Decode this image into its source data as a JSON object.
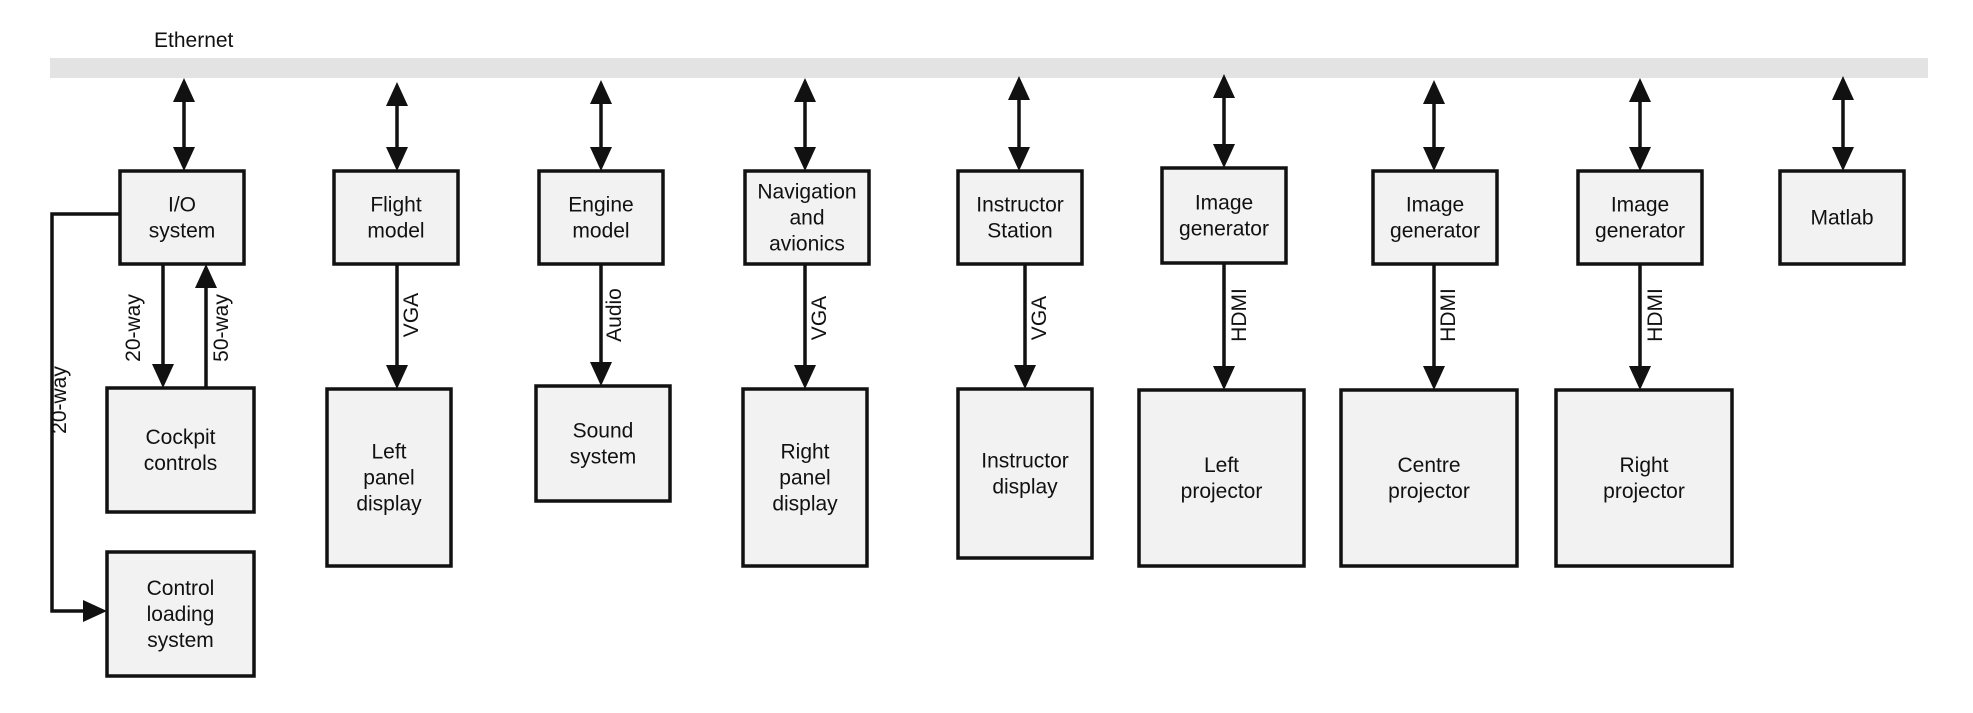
{
  "bus": {
    "label": "Ethernet"
  },
  "boxes": {
    "io_system": [
      "I/O",
      "system"
    ],
    "flight_model": [
      "Flight",
      "model"
    ],
    "engine_model": [
      "Engine",
      "model"
    ],
    "navigation": [
      "Navigation",
      "and",
      "avionics"
    ],
    "instructor_station": [
      "Instructor",
      "Station"
    ],
    "image_gen_1": [
      "Image",
      "generator"
    ],
    "image_gen_2": [
      "Image",
      "generator"
    ],
    "image_gen_3": [
      "Image",
      "generator"
    ],
    "matlab": [
      "Matlab"
    ],
    "cockpit_controls": [
      "Cockpit",
      "controls"
    ],
    "control_loading": [
      "Control",
      "loading",
      "system"
    ],
    "left_panel": [
      "Left",
      "panel",
      "display"
    ],
    "sound_system": [
      "Sound",
      "system"
    ],
    "right_panel": [
      "Right",
      "panel",
      "display"
    ],
    "instructor_display": [
      "Instructor",
      "display"
    ],
    "left_projector": [
      "Left",
      "projector"
    ],
    "centre_projector": [
      "Centre",
      "projector"
    ],
    "right_projector": [
      "Right",
      "projector"
    ]
  },
  "links": {
    "io_to_cockpit": "20-way",
    "cockpit_to_io": "50-way",
    "io_to_control_loading": "20-way",
    "flight_to_left_panel": "VGA",
    "engine_to_sound": "Audio",
    "nav_to_right_panel": "VGA",
    "instructor_to_display": "VGA",
    "ig1_to_left_projector": "HDMI",
    "ig2_to_centre_projector": "HDMI",
    "ig3_to_right_projector": "HDMI"
  }
}
